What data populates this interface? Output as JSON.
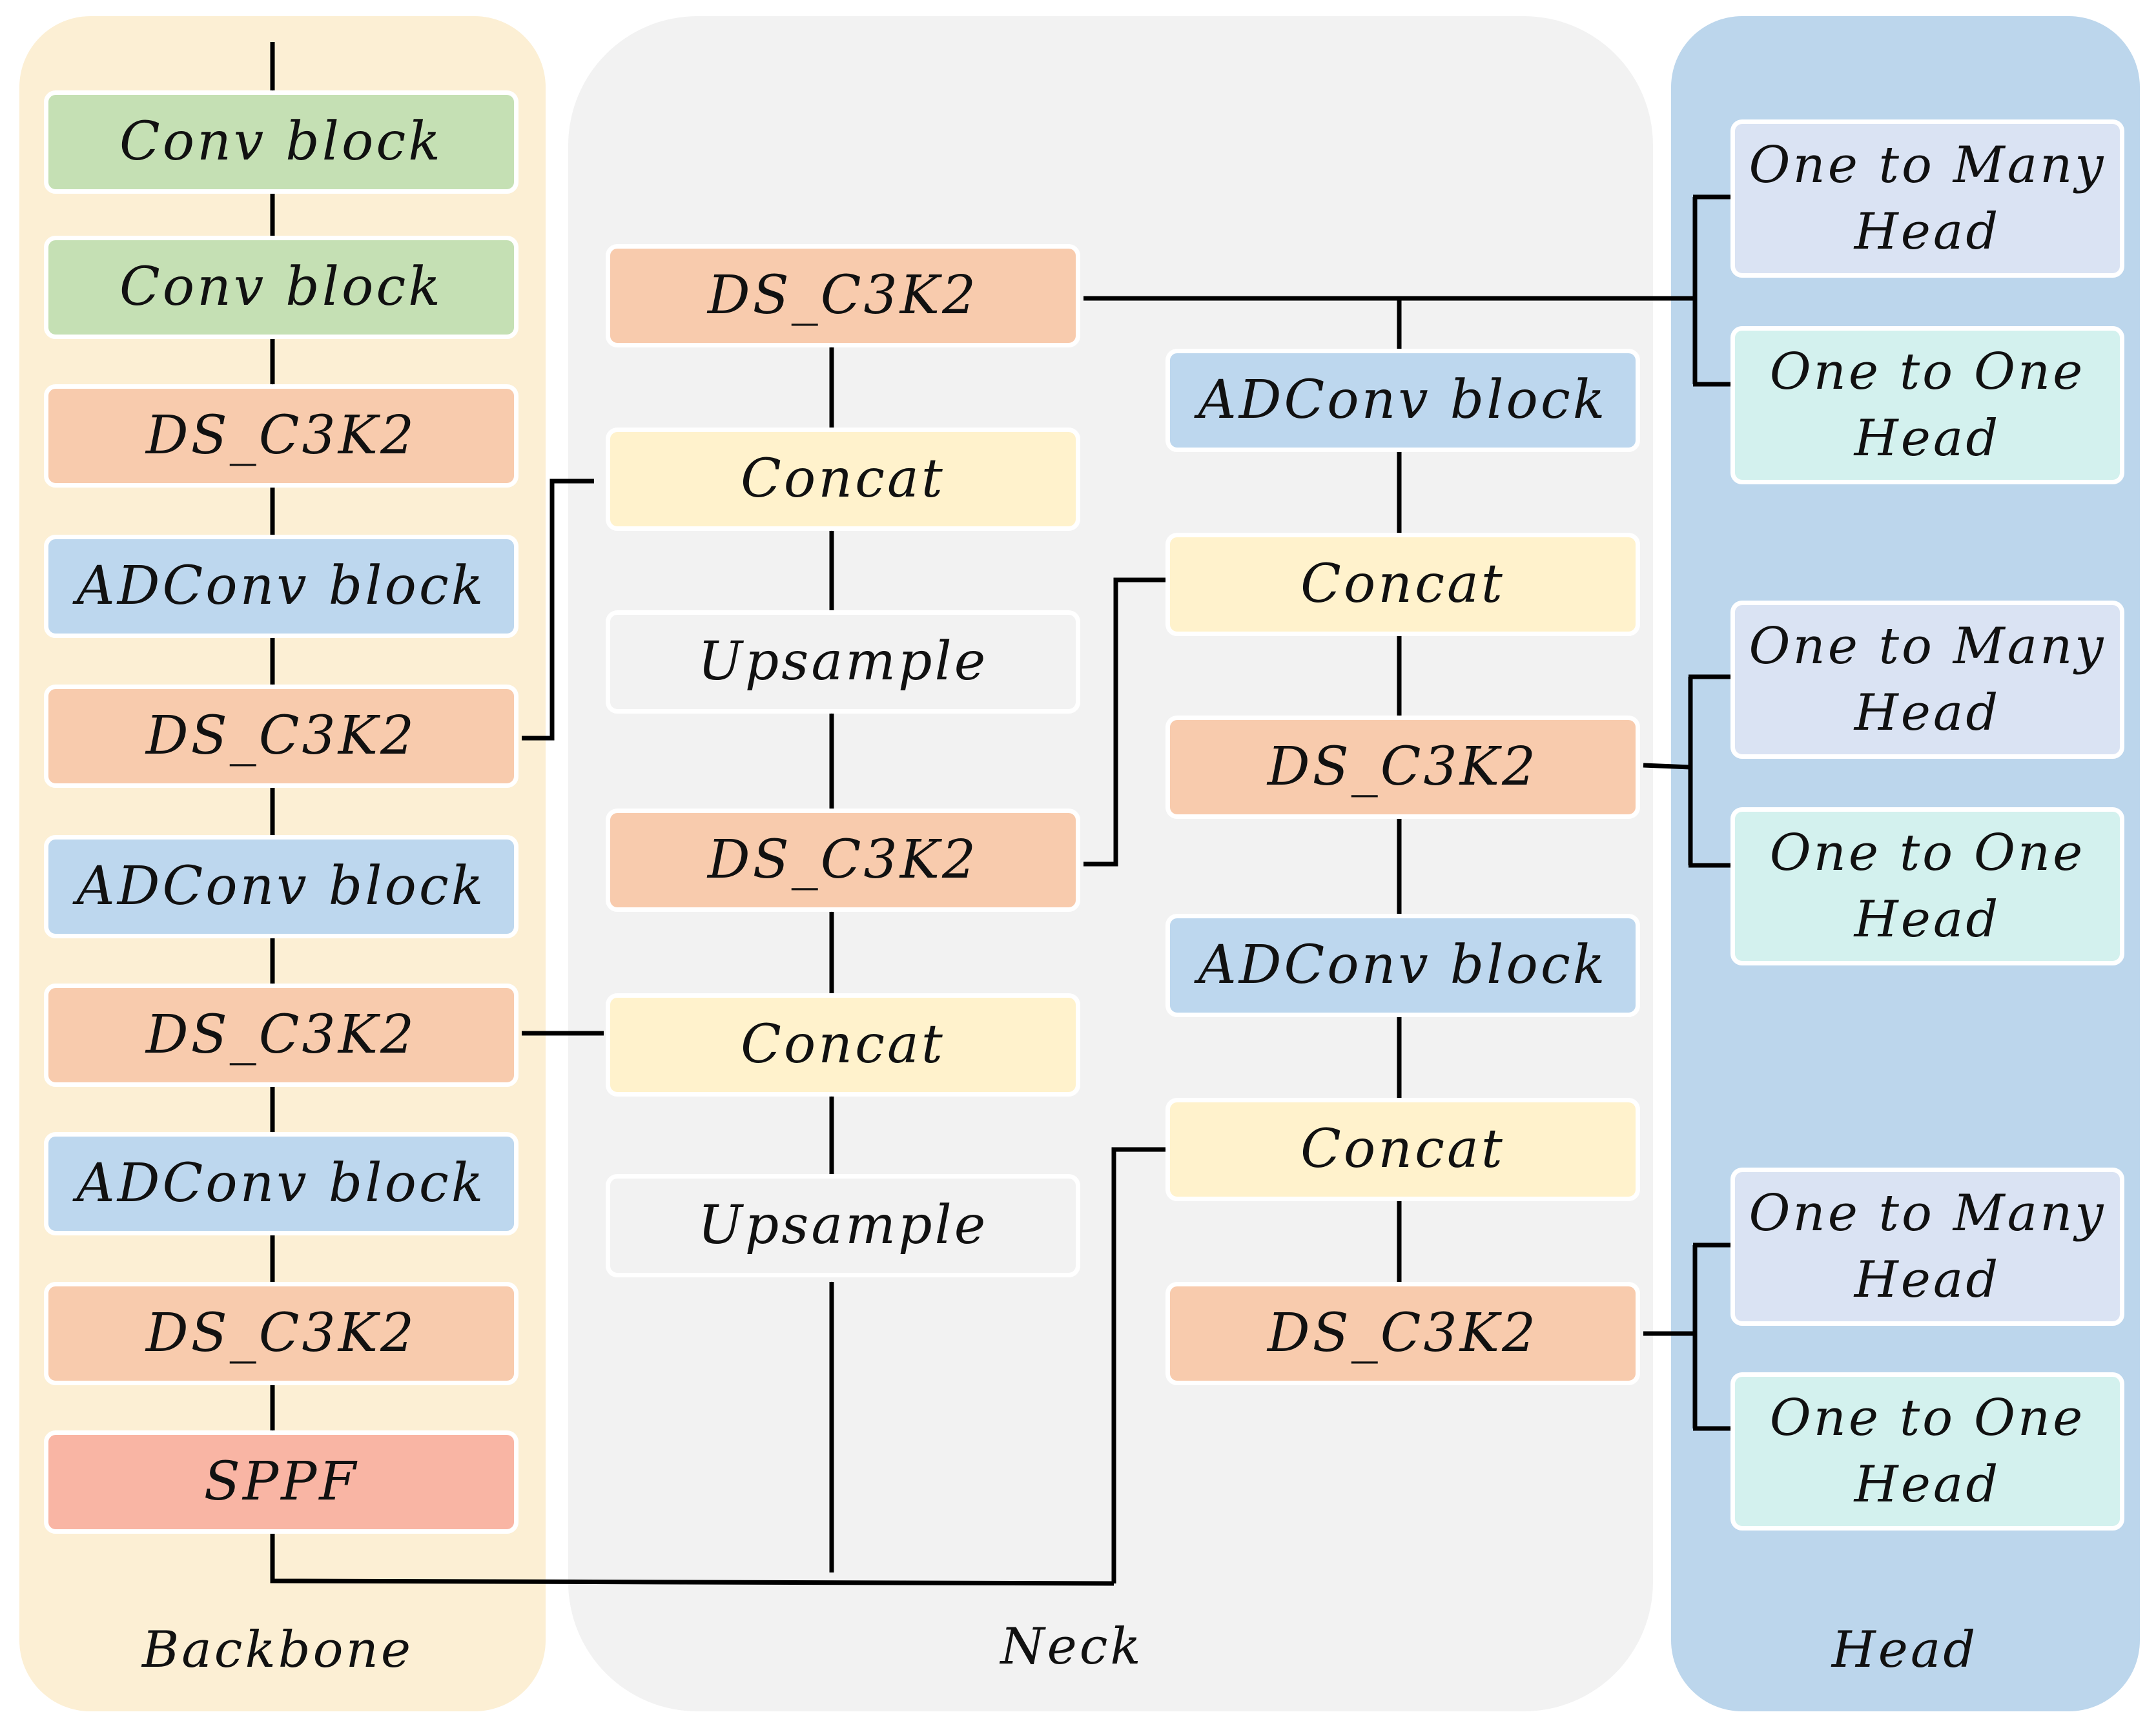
{
  "panels": {
    "backbone": "Backbone",
    "neck": "Neck",
    "head": "Head"
  },
  "backbone": {
    "conv1": "Conv block",
    "conv2": "Conv block",
    "ds1": "DS_C3K2",
    "adconv1": "ADConv block",
    "ds2": "DS_C3K2",
    "adconv2": "ADConv block",
    "ds3": "DS_C3K2",
    "adconv3": "ADConv block",
    "ds4": "DS_C3K2",
    "sppf": "SPPF"
  },
  "neck": {
    "ds_top": "DS_C3K2",
    "concat_a": "Concat",
    "upsample_a": "Upsample",
    "ds_mid": "DS_C3K2",
    "concat_b": "Concat",
    "upsample_b": "Upsample",
    "adconv_r1": "ADConv block",
    "concat_r1": "Concat",
    "ds_r1": "DS_C3K2",
    "adconv_r2": "ADConv block",
    "concat_r2": "Concat",
    "ds_r2": "DS_C3K2"
  },
  "head": {
    "many1": "One to Many\nHead",
    "one1": "One to One\nHead",
    "many2": "One to Many\nHead",
    "one2": "One to One\nHead",
    "many3": "One to Many\nHead",
    "one3": "One to One\nHead"
  },
  "colors": {
    "conv": "#c5e0b4",
    "ds_c3k2": "#f8cbad",
    "adconv": "#bdd7ee",
    "sppf": "#f9b5a4",
    "concat": "#fff2cc",
    "upsample": "#f2f2f2",
    "one_to_many": "#dae3f3",
    "one_to_one": "#d3f1ee",
    "backbone_panel": "#fcefd4",
    "neck_panel": "#f2f2f2",
    "head_panel": "#bcd6ec"
  }
}
